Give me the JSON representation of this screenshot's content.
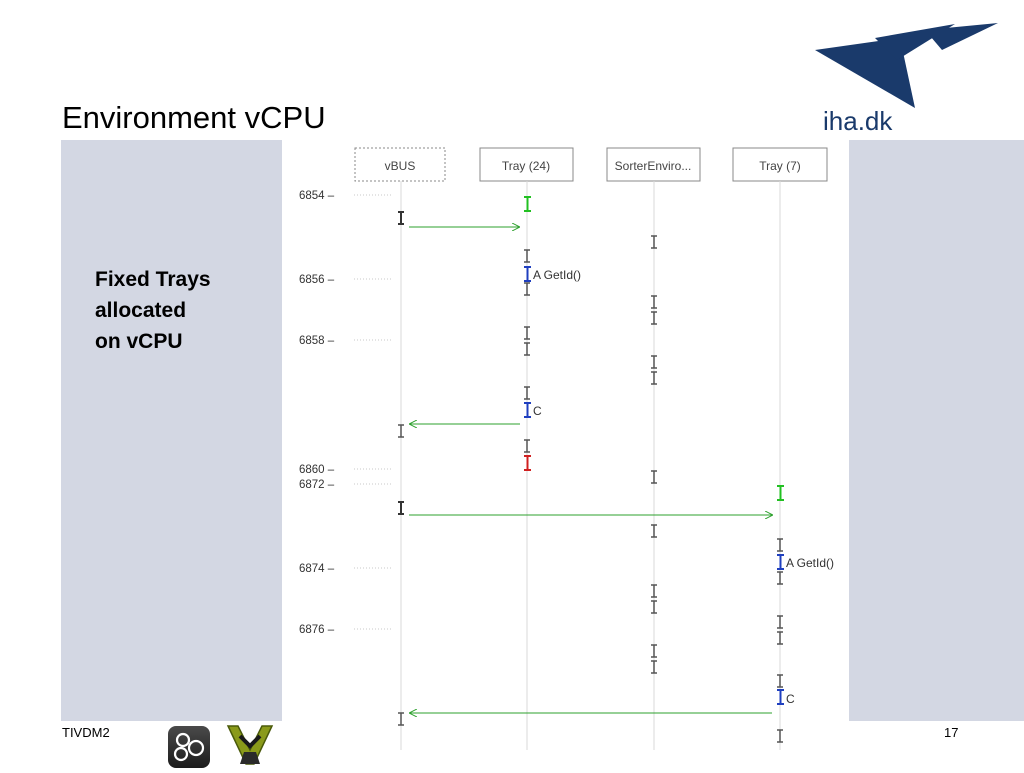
{
  "slide": {
    "title": "Environment vCPU",
    "brand": "iha.dk",
    "note_lines": [
      "Fixed Trays",
      "allocated",
      "on vCPU"
    ],
    "footer_left": "TIVDM2",
    "page_number": "17"
  },
  "diagram": {
    "lifelines": [
      "vBUS",
      "Tray (24)",
      "SorterEnviro...",
      "Tray (7)"
    ],
    "time_labels": [
      "6854 –",
      "6856 –",
      "6858 –",
      "6860 –",
      "6872 –",
      "6874 –",
      "6876 –"
    ],
    "events": [
      "A GetId()",
      "C",
      "A GetId()",
      "C"
    ]
  },
  "colors": {
    "panel": "#d3d7e3",
    "brand_blue": "#1a3a6b",
    "arrow_green": "#2ca02c",
    "marker_green": "#22c022",
    "marker_blue": "#1f3fbf",
    "marker_red": "#d02020"
  }
}
